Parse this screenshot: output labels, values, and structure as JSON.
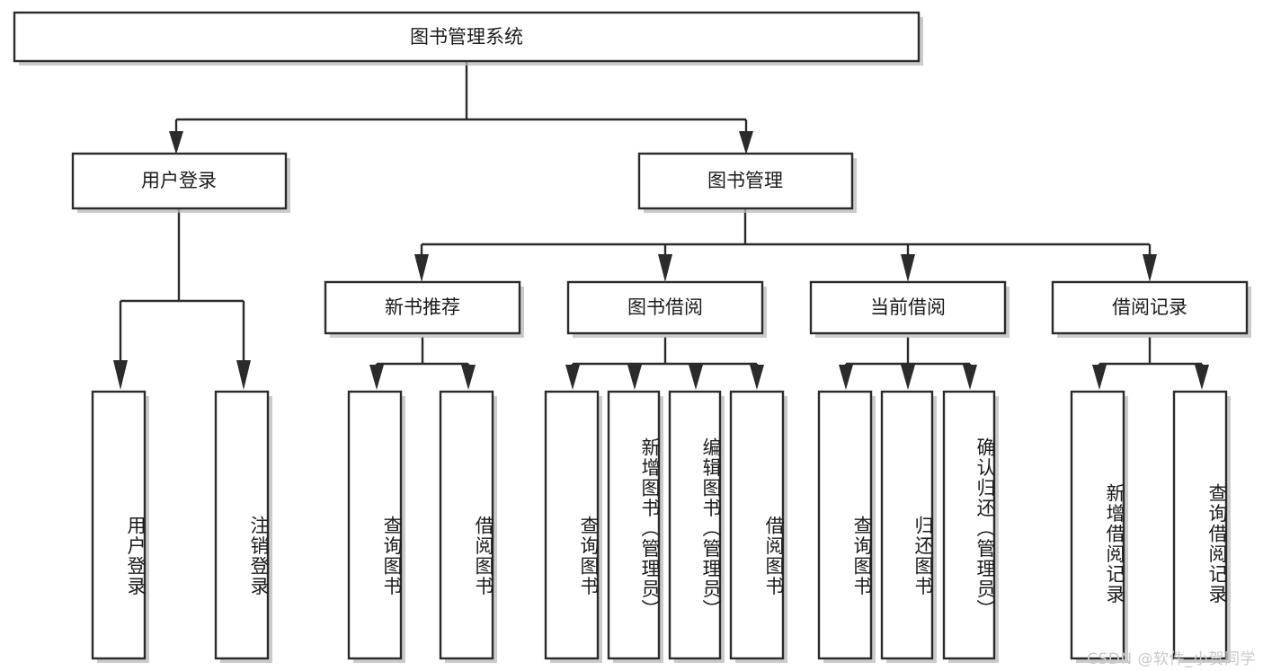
{
  "diagram": {
    "type": "tree-hierarchy",
    "title": "图书管理系统",
    "watermark": "CSDN @软件_小贺同学",
    "colors": {
      "box_stroke": "#2b2b2b",
      "box_fill": "#ffffff",
      "connector": "#2b2b2b",
      "text": "#1b1b1b",
      "watermark": "#c9c9c9",
      "shadow": "#b9b9b9"
    },
    "root": {
      "label": "图书管理系统"
    },
    "level2": [
      {
        "label": "用户登录"
      },
      {
        "label": "图书管理"
      }
    ],
    "level3": [
      {
        "label": "新书推荐"
      },
      {
        "label": "图书借阅"
      },
      {
        "label": "当前借阅"
      },
      {
        "label": "借阅记录"
      }
    ],
    "leaves": {
      "user_login": [
        {
          "label": "用户登录"
        },
        {
          "label": "注销登录"
        }
      ],
      "new_book": [
        {
          "label": "查询图书"
        },
        {
          "label": "借阅图书"
        }
      ],
      "book_borrow": [
        {
          "label": "查询图书"
        },
        {
          "label": "新增图书（管理员）"
        },
        {
          "label": "编辑图书（管理员）"
        },
        {
          "label": "借阅图书"
        }
      ],
      "current_borrow": [
        {
          "label": "查询图书"
        },
        {
          "label": "归还图书"
        },
        {
          "label": "确认归还（管理员）"
        }
      ],
      "borrow_record": [
        {
          "label": "新增借阅记录"
        },
        {
          "label": "查询借阅记录"
        }
      ]
    }
  }
}
